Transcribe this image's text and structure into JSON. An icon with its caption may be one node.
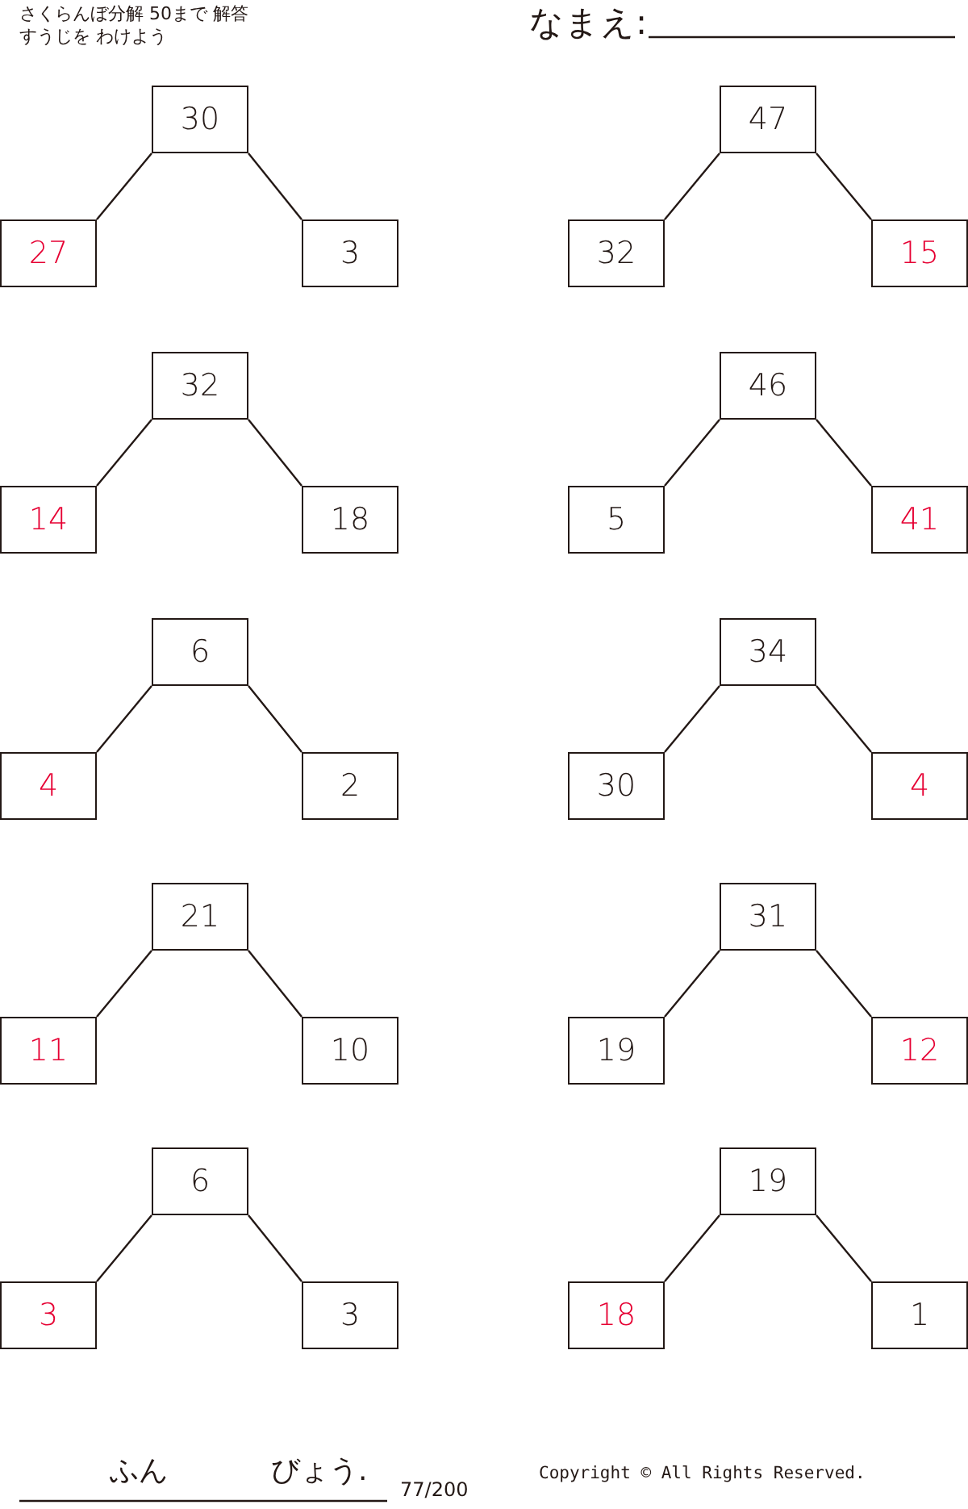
{
  "diagram": {
    "title": "さくらんぼ分解 50まで 解答",
    "nodes": [
      {
        "text": [
          "30"
        ]
      },
      {
        "text": [
          "27"
        ]
      },
      {
        "text": [
          "3"
        ]
      },
      {
        "text": [
          "47"
        ]
      },
      {
        "text": [
          "32"
        ]
      },
      {
        "text": [
          "15"
        ]
      },
      {
        "text": [
          "32"
        ]
      },
      {
        "text": [
          "14"
        ]
      },
      {
        "text": [
          "18"
        ]
      },
      {
        "text": [
          "46"
        ]
      },
      {
        "text": [
          "5"
        ]
      },
      {
        "text": [
          "41"
        ]
      },
      {
        "text": [
          "6"
        ]
      },
      {
        "text": [
          "4"
        ]
      },
      {
        "text": [
          "2"
        ]
      },
      {
        "text": [
          "34"
        ]
      },
      {
        "text": [
          "30"
        ]
      },
      {
        "text": [
          "4"
        ]
      },
      {
        "text": [
          "21"
        ]
      },
      {
        "text": [
          "11"
        ]
      },
      {
        "text": [
          "10"
        ]
      },
      {
        "text": [
          "31"
        ]
      },
      {
        "text": [
          "19"
        ]
      },
      {
        "text": [
          "12"
        ]
      },
      {
        "text": [
          "6"
        ]
      },
      {
        "text": [
          "3"
        ]
      },
      {
        "text": [
          "3"
        ]
      },
      {
        "text": [
          "19"
        ]
      },
      {
        "text": [
          "18"
        ]
      },
      {
        "text": [
          "1"
        ]
      }
    ],
    "edges": [
      {
        "from": 0,
        "to": 1,
        "arrow": "none"
      },
      {
        "from": 0,
        "to": 2,
        "arrow": "none"
      },
      {
        "from": 3,
        "to": 4,
        "arrow": "none"
      },
      {
        "from": 3,
        "to": 5,
        "arrow": "none"
      },
      {
        "from": 6,
        "to": 7,
        "arrow": "none"
      },
      {
        "from": 6,
        "to": 8,
        "arrow": "none"
      },
      {
        "from": 9,
        "to": 10,
        "arrow": "none"
      },
      {
        "from": 9,
        "to": 11,
        "arrow": "none"
      },
      {
        "from": 12,
        "to": 13,
        "arrow": "none"
      },
      {
        "from": 12,
        "to": 14,
        "arrow": "none"
      },
      {
        "from": 15,
        "to": 16,
        "arrow": "none"
      },
      {
        "from": 15,
        "to": 17,
        "arrow": "none"
      },
      {
        "from": 18,
        "to": 19,
        "arrow": "none"
      },
      {
        "from": 18,
        "to": 20,
        "arrow": "none"
      },
      {
        "from": 21,
        "to": 22,
        "arrow": "none"
      },
      {
        "from": 21,
        "to": 23,
        "arrow": "none"
      },
      {
        "from": 24,
        "to": 25,
        "arrow": "none"
      },
      {
        "from": 24,
        "to": 26,
        "arrow": "none"
      },
      {
        "from": 27,
        "to": 28,
        "arrow": "none"
      },
      {
        "from": 27,
        "to": 29,
        "arrow": "none"
      }
    ],
    "labels": [
      "すうじを わけよう",
      "なまえ:",
      "ふん",
      "びょう.",
      "77/200",
      "Copyright © All Rights Reserved."
    ]
  }
}
